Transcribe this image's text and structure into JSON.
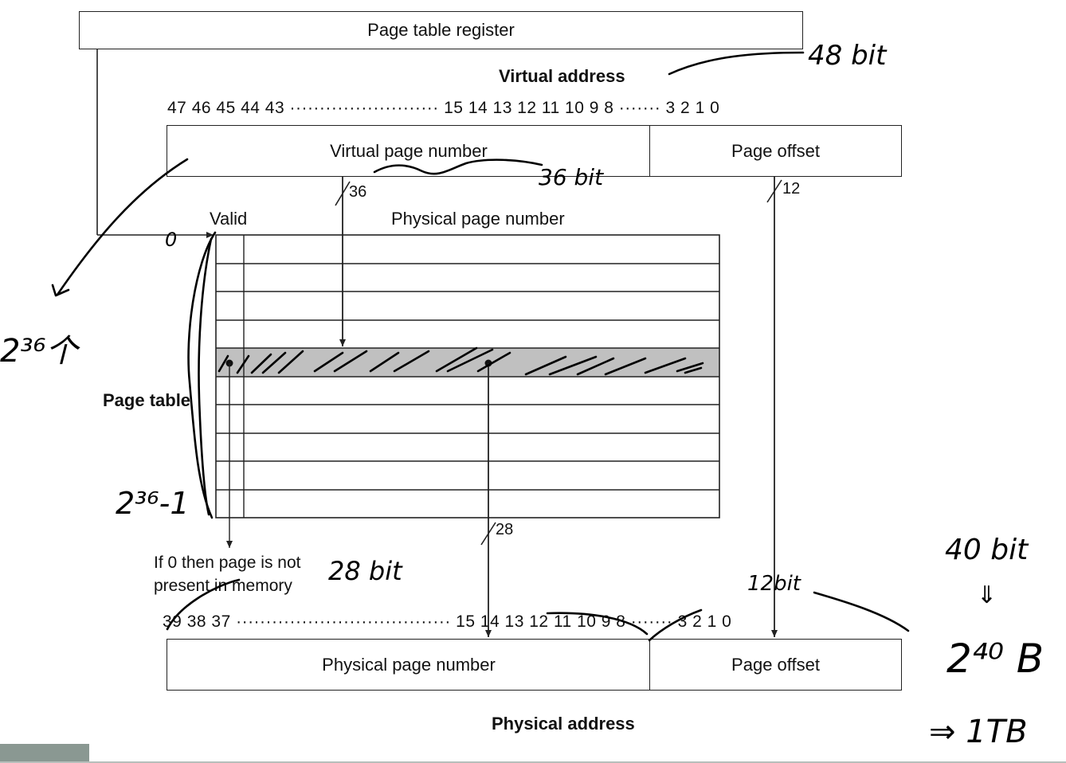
{
  "register": {
    "label": "Page table register"
  },
  "virtual_address": {
    "title": "Virtual address",
    "bit_labels": "47 46 45 44 43 ························· 15 14 13 12 11 10 9 8 ······· 3 2 1 0",
    "vpn_label": "Virtual page number",
    "offset_label": "Page offset",
    "vpn_bits": "36",
    "offset_bits": "12"
  },
  "page_table": {
    "valid_label": "Valid",
    "ppn_label": "Physical page number",
    "title": "Page table",
    "ppn_bits": "28",
    "note_line1": "If 0 then page is not",
    "note_line2": "present in memory"
  },
  "physical_address": {
    "title": "Physical address",
    "bit_labels": "39 38 37 ···································· 15 14 13 12 11 10 9 8 ······· 3 2 1 0",
    "ppn_label": "Physical page number",
    "offset_label": "Page offset"
  },
  "handwriting": {
    "va_bits": "48 bit",
    "vpn_bits": "36 bit",
    "entries": "2³⁶个",
    "first_index": "0",
    "last_index": "2³⁶-1",
    "ppn_bits": "28 bit",
    "offset_bits": "12bit",
    "pa_bits": "40 bit",
    "arrow": "⇓",
    "pa_size": "2⁴⁰ B",
    "result": "⇒ 1TB"
  },
  "colors": {
    "line": "#222222",
    "highlight_row": "#c0c0c0",
    "footer_bar": "#8a9892"
  }
}
